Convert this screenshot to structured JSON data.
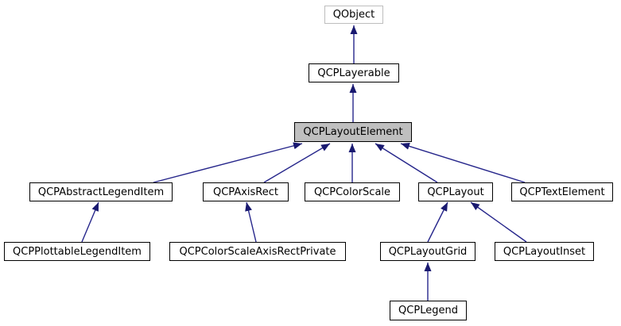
{
  "diagram": {
    "kind": "class-inheritance-graph",
    "colors": {
      "arrow": "#191970",
      "node_border": "#000000",
      "external_node_border": "#bdbdbd",
      "highlight_node_fill": "#bfbfbf",
      "background": "#ffffff",
      "text": "#000000"
    },
    "nodes": [
      {
        "id": "qobject",
        "label": "QObject",
        "style": "external"
      },
      {
        "id": "qcplayerable",
        "label": "QCPLayerable",
        "style": "normal"
      },
      {
        "id": "qcplayoutelement",
        "label": "QCPLayoutElement",
        "style": "highlighted"
      },
      {
        "id": "qcpabstractlegenditem",
        "label": "QCPAbstractLegendItem",
        "style": "normal"
      },
      {
        "id": "qcpaxisrect",
        "label": "QCPAxisRect",
        "style": "normal"
      },
      {
        "id": "qcpcolorscale",
        "label": "QCPColorScale",
        "style": "normal"
      },
      {
        "id": "qcplayout",
        "label": "QCPLayout",
        "style": "normal"
      },
      {
        "id": "qcptextelement",
        "label": "QCPTextElement",
        "style": "normal"
      },
      {
        "id": "qcpplottablelegenditem",
        "label": "QCPPlottableLegendItem",
        "style": "normal"
      },
      {
        "id": "qcpcolorscaleaxisrectprivate",
        "label": "QCPColorScaleAxisRectPrivate",
        "style": "normal"
      },
      {
        "id": "qcplayoutgrid",
        "label": "QCPLayoutGrid",
        "style": "normal"
      },
      {
        "id": "qcplayoutinset",
        "label": "QCPLayoutInset",
        "style": "normal"
      },
      {
        "id": "qcplegend",
        "label": "QCPLegend",
        "style": "normal"
      }
    ],
    "edges": [
      {
        "from": "QCPLayerable",
        "to": "QObject"
      },
      {
        "from": "QCPLayoutElement",
        "to": "QCPLayerable"
      },
      {
        "from": "QCPAbstractLegendItem",
        "to": "QCPLayoutElement"
      },
      {
        "from": "QCPAxisRect",
        "to": "QCPLayoutElement"
      },
      {
        "from": "QCPColorScale",
        "to": "QCPLayoutElement"
      },
      {
        "from": "QCPLayout",
        "to": "QCPLayoutElement"
      },
      {
        "from": "QCPTextElement",
        "to": "QCPLayoutElement"
      },
      {
        "from": "QCPPlottableLegendItem",
        "to": "QCPAbstractLegendItem"
      },
      {
        "from": "QCPColorScaleAxisRectPrivate",
        "to": "QCPAxisRect"
      },
      {
        "from": "QCPLayoutGrid",
        "to": "QCPLayout"
      },
      {
        "from": "QCPLayoutInset",
        "to": "QCPLayout"
      },
      {
        "from": "QCPLegend",
        "to": "QCPLayoutGrid"
      }
    ]
  }
}
